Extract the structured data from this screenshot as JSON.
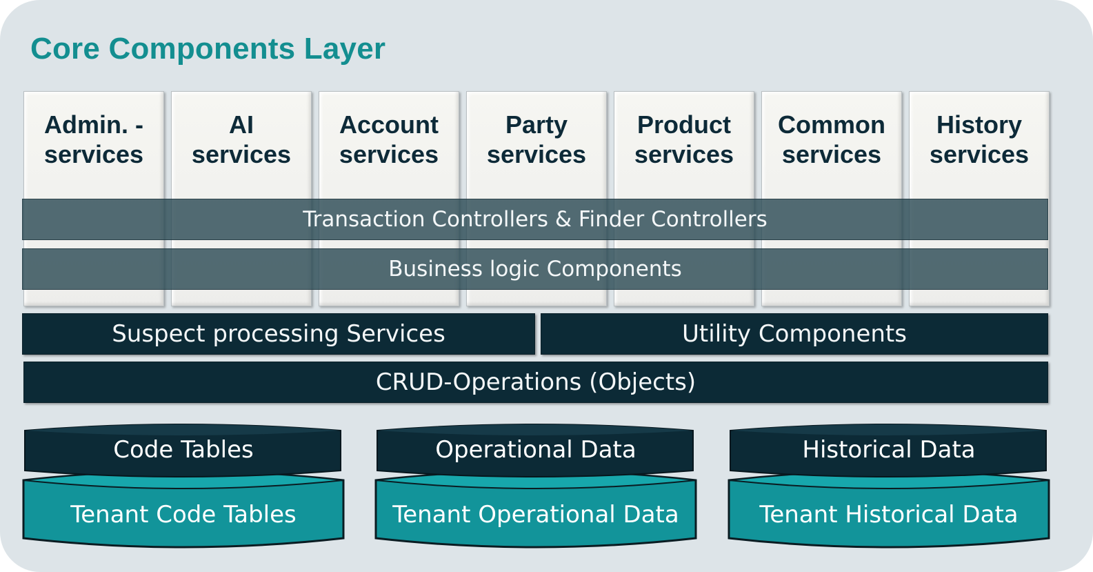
{
  "title": "Core Components Layer",
  "services": [
    {
      "label": "Admin. -\nservices"
    },
    {
      "label": "AI\nservices"
    },
    {
      "label": "Account\nservices"
    },
    {
      "label": "Party\nservices"
    },
    {
      "label": "Product\nservices"
    },
    {
      "label": "Common\nservices"
    },
    {
      "label": "History\nservices"
    }
  ],
  "controllers_label": "Transaction Controllers & Finder Controllers",
  "business_logic_label": "Business logic Components",
  "suspect_label": "Suspect processing Services",
  "utility_label": "Utility Components",
  "crud_label": "CRUD-Operations (Objects)",
  "databases": [
    {
      "top": "Code Tables",
      "bottom": "Tenant Code Tables"
    },
    {
      "top": "Operational Data",
      "bottom": "Tenant Operational Data"
    },
    {
      "top": "Historical Data",
      "bottom": "Tenant Historical Data"
    }
  ],
  "colors": {
    "title": "#138e90",
    "dark_band": "#0c2a36",
    "teal_cylinder": "#12949a",
    "panel": "#dde4e8"
  }
}
